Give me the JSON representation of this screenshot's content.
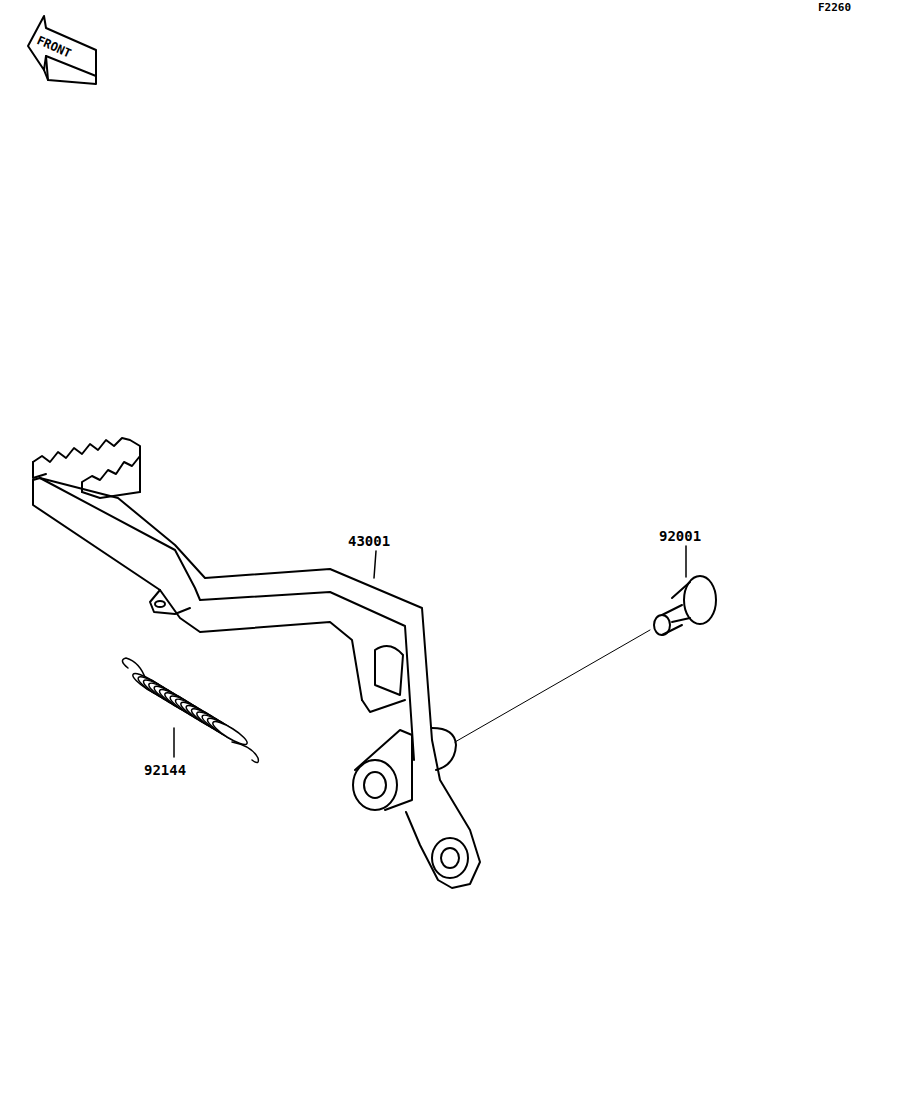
{
  "diagram": {
    "labels": [
      "F2260",
      "FRONT",
      "43001",
      "92001",
      "92144"
    ]
  }
}
